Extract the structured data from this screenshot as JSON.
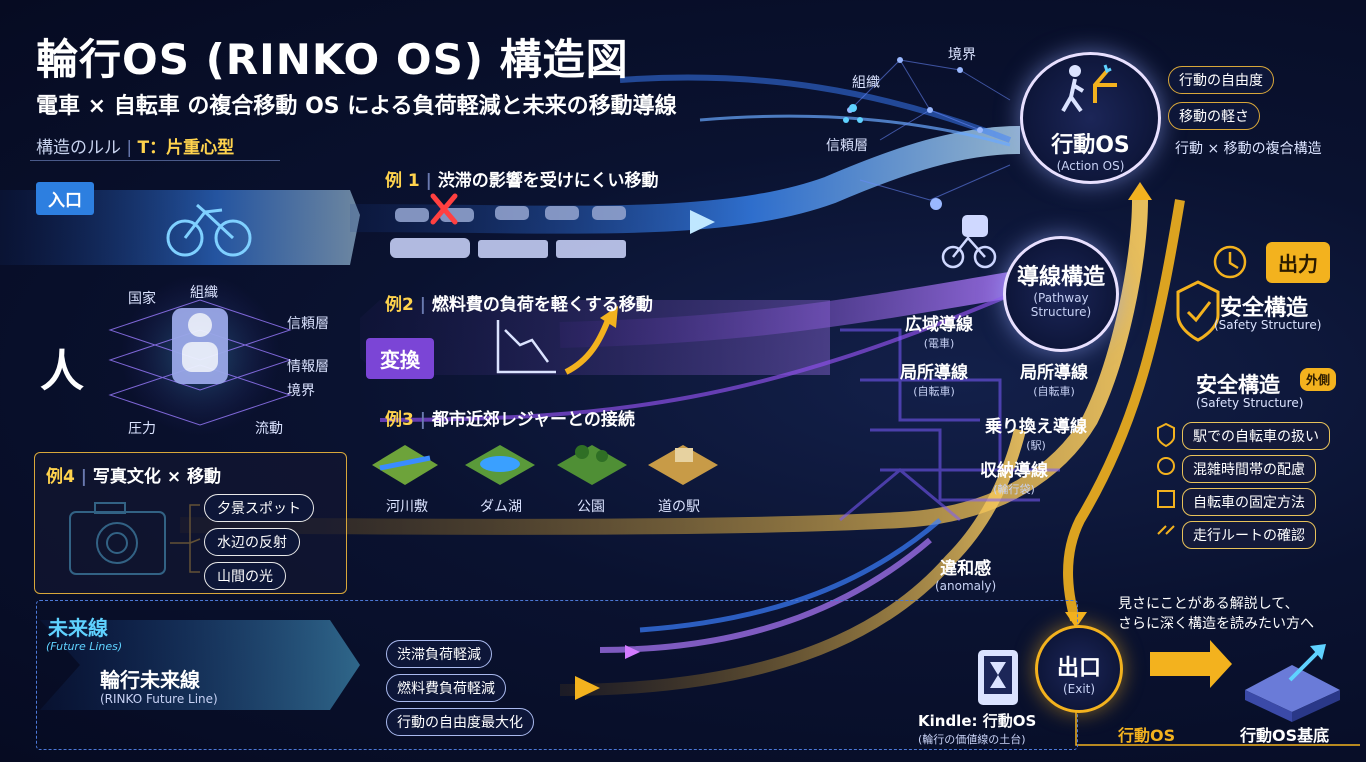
{
  "header": {
    "title": "輪行OS (RINKO OS) 構造図",
    "subtitle": "電車 × 自転車 の複合移動 OS による負荷軽減と未来の移動導線",
    "rule_label": "構造のルル",
    "rule_type": "T：片重心型"
  },
  "entry": {
    "label": "入口",
    "person": "人",
    "convert": "変換"
  },
  "person_layers": {
    "country": "国家",
    "org": "組織",
    "trust": "信頼層",
    "info": "情報層",
    "boundary": "境界",
    "pressure": "圧力",
    "flow": "流動"
  },
  "network_labels": {
    "boundary": "境界",
    "org": "組織",
    "trust": "信頼層"
  },
  "examples": {
    "ex1": {
      "num": "例 1",
      "text": "渋滞の影響を受けにくい移動"
    },
    "ex2": {
      "num": "例2",
      "text": "燃料費の負荷を軽くする移動"
    },
    "ex3": {
      "num": "例3",
      "text": "都市近郊レジャーとの接続",
      "places": [
        "河川敷",
        "ダム湖",
        "公園",
        "道の駅"
      ]
    },
    "ex4": {
      "num": "例4",
      "text": "写真文化 × 移動",
      "items": [
        "夕景スポット",
        "水辺の反射",
        "山間の光"
      ]
    }
  },
  "future": {
    "title": "未来線",
    "title_en": "(Future Lines)",
    "line": "輪行未来線",
    "line_en": "(RINKO Future Line)",
    "items": [
      "渋滞負荷軽減",
      "燃料費負荷軽減",
      "行動の自由度最大化"
    ]
  },
  "pathway": {
    "title": "導線構造",
    "title_en": "(Pathway Structure)",
    "wide": "広域導線",
    "wide_sub": "(電車)",
    "local1": "局所導線",
    "local1_sub": "(自転車)",
    "local2": "局所導線",
    "local2_sub": "(自転車)",
    "transfer": "乗り換え導線",
    "transfer_sub": "(駅)",
    "storage": "収納導線",
    "storage_sub": "(輪行袋)",
    "anomaly": "違和感",
    "anomaly_en": "(anomaly)"
  },
  "action_os": {
    "title": "行動OS",
    "title_en": "(Action OS)",
    "tags": [
      "行動の自由度",
      "移動の軽さ"
    ],
    "caption": "行動 × 移動の複合構造"
  },
  "output": {
    "label": "出力"
  },
  "safety": {
    "title1": "安全構造",
    "title1_en": "(Safety Structure)",
    "title2": "安全構造",
    "title2_en": "(Safety Structure)",
    "outer": "外側",
    "items": [
      "駅での自転車の扱い",
      "混雑時間帯の配慮",
      "自転車の固定方法",
      "走行ルートの確認"
    ]
  },
  "exit": {
    "label": "出口",
    "label_en": "(Exit)",
    "note1": "見さにことがある解説して、",
    "note2": "さらに深く構造を読みたい方へ",
    "kindle": "Kindle: 行動OS",
    "kindle_sub": "(輪行の価値線の土台)",
    "action_os": "行動OS",
    "base": "行動OS基底"
  },
  "colors": {
    "blue": "#2d7fe0",
    "purple": "#8a4fe6",
    "gold": "#f3b21e",
    "cyan": "#5fd2ff"
  }
}
